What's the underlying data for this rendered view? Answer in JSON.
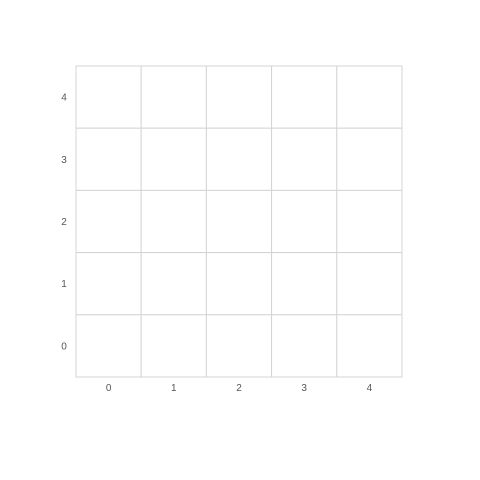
{
  "grid": {
    "columns": 5,
    "rows": 5,
    "x_tick_labels": [
      "0",
      "1",
      "2",
      "3",
      "4"
    ],
    "y_tick_labels": [
      "0",
      "1",
      "2",
      "3",
      "4"
    ],
    "line_color": "#d4d4d4",
    "cell_fill": "#ffffff",
    "tick_color": "#555555"
  }
}
